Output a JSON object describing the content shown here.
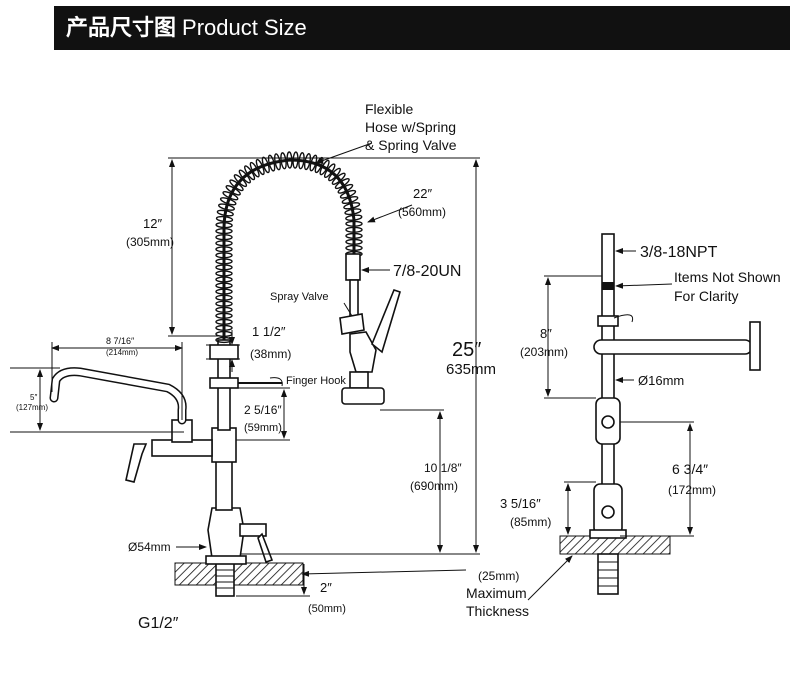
{
  "header": {
    "title_cn": "产品尺寸图",
    "title_en": "Product Size",
    "background": "#111111",
    "text_color": "#ffffff"
  },
  "front_view": {
    "flexible_hose_label": [
      "Flexible",
      "Hose w/Spring",
      "& Spring Valve"
    ],
    "hose_len_in": "22″",
    "hose_len_mm": "(560mm)",
    "spring_height_in": "12″",
    "spring_height_mm": "(305mm)",
    "spout_reach_in": "8 7/16″",
    "spout_reach_mm": "(214mm)",
    "spout_height_in": "5″",
    "spout_height_mm": "(127mm)",
    "clamp_in": "1 1/2″",
    "clamp_mm": "(38mm)",
    "spray_valve_label": "Spray Valve",
    "thread_label": "7/8-20UN",
    "finger_hook_label": "Finger Hook",
    "hook_drop_in": "2 5/16″",
    "hook_drop_mm": "(59mm)",
    "total_height_in": "25″",
    "total_height_mm": "635mm",
    "spray_height_in": "10 1/8″",
    "spray_height_mm": "(690mm)",
    "base_dia": "Ø54mm",
    "shank_len_in": "2″",
    "shank_len_mm": "(50mm)",
    "inlet_label": "G1/2″",
    "max_thickness": [
      "(25mm)",
      "Maximum",
      "Thickness"
    ]
  },
  "side_view": {
    "thread_label": "3/8-18NPT",
    "note": [
      "Items Not Shown",
      "For Clarity"
    ],
    "bracket_in": "8″",
    "bracket_mm": "(203mm)",
    "pipe_dia": "Ø16mm",
    "upper_in": "6 3/4″",
    "upper_mm": "(172mm)",
    "lower_in": "3 5/16″",
    "lower_mm": "(85mm)"
  }
}
